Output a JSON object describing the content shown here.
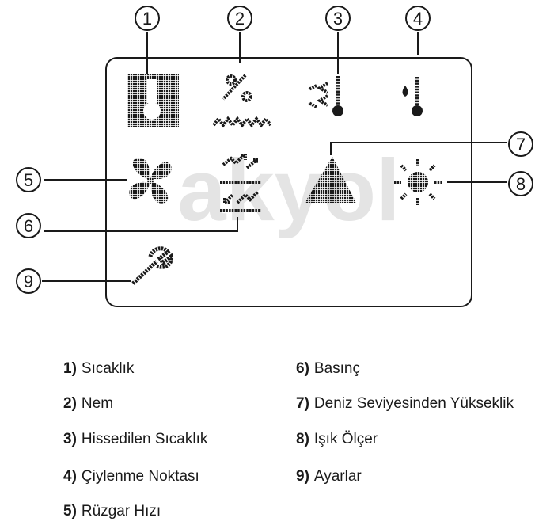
{
  "markers": [
    "1",
    "2",
    "3",
    "4",
    "5",
    "6",
    "7",
    "8",
    "9"
  ],
  "watermark": "akyol",
  "legend": [
    {
      "num": "1)",
      "label": "Sıcaklık"
    },
    {
      "num": "2)",
      "label": "Nem"
    },
    {
      "num": "3)",
      "label": "Hissedilen Sıcaklık"
    },
    {
      "num": "4)",
      "label": "Çiylenme Noktası"
    },
    {
      "num": "5)",
      "label": "Rüzgar Hızı"
    },
    {
      "num": "6)",
      "label": "Basınç"
    },
    {
      "num": "7)",
      "label": "Deniz Seviyesinden Yükseklik"
    },
    {
      "num": "8)",
      "label": "Işık Ölçer"
    },
    {
      "num": "9)",
      "label": "Ayarlar"
    }
  ],
  "icons": [
    "thermometer-icon",
    "humidity-icon",
    "feels-like-icon",
    "dew-point-icon",
    "wind-fan-icon",
    "pressure-icon",
    "mountain-icon",
    "sun-icon",
    "wrench-icon"
  ]
}
